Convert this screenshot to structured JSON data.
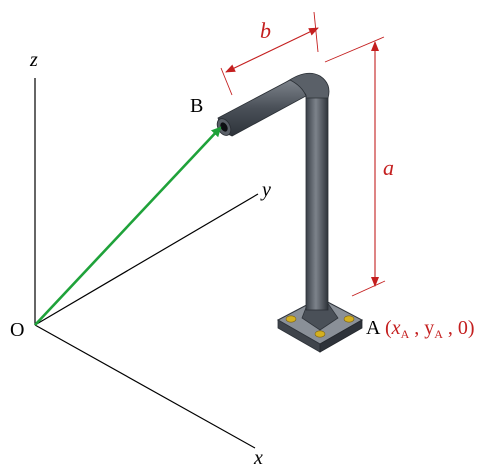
{
  "axes": {
    "z_label": "z",
    "y_label": "y",
    "x_label": "x",
    "origin_label": "O"
  },
  "points": {
    "b_label": "B",
    "a_label": "A",
    "a_coords": {
      "open": "(",
      "x_var": "x",
      "x_sub": "A",
      "sep1": " , ",
      "y_var": "y",
      "y_sub": "A",
      "sep2": " , ",
      "zero": "0",
      "close": ")"
    }
  },
  "dimensions": {
    "a_label": "a",
    "b_label": "b"
  },
  "colors": {
    "axis": "#000000",
    "position_vector": "#1fa23a",
    "dimension": "#c41f1f",
    "pipe": "#4a5058",
    "pipe_highlight": "#8a9098",
    "bolt": "#d4b020"
  }
}
